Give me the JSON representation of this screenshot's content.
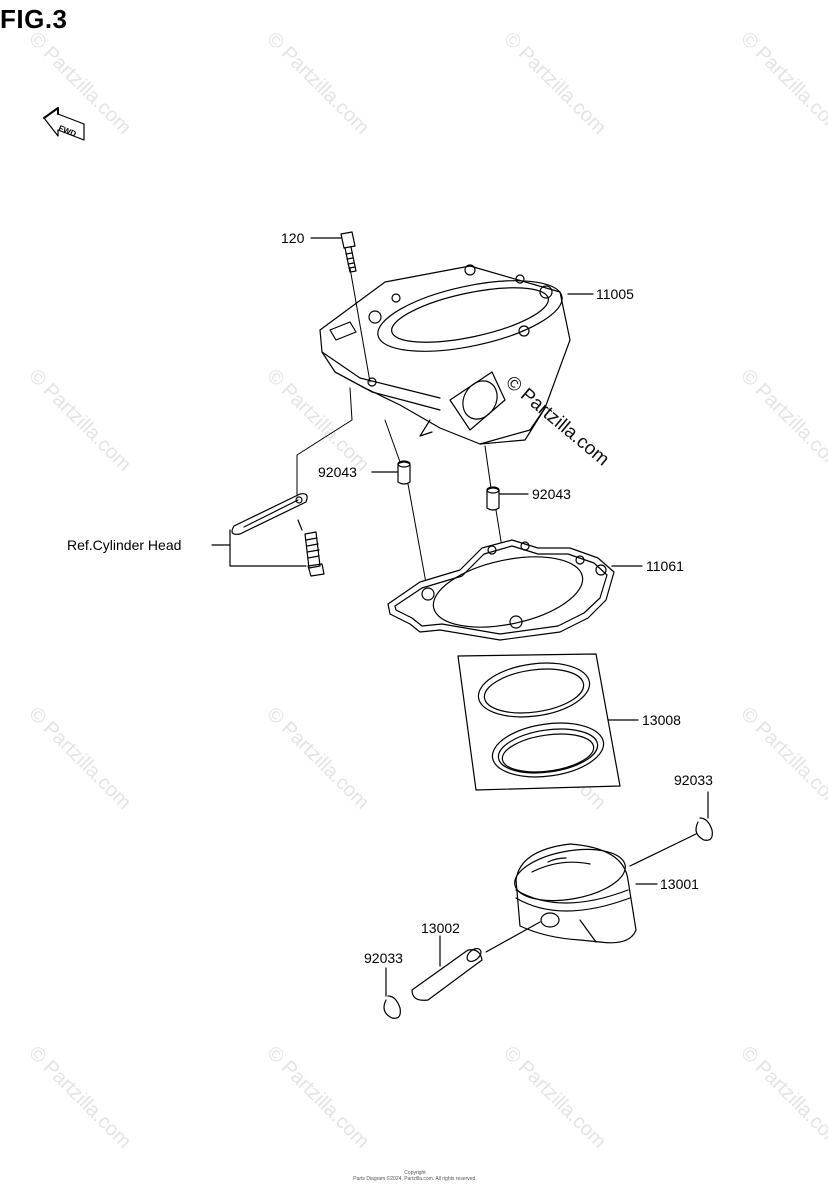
{
  "figure": {
    "title": "FIG.3",
    "fwd_label": "FWD"
  },
  "watermark": {
    "text": "© Partzilla.com",
    "diagram_text": "© Partzilla.com"
  },
  "callouts": [
    {
      "id": "part-120",
      "label": "120"
    },
    {
      "id": "part-11005",
      "label": "11005"
    },
    {
      "id": "part-92043-left",
      "label": "92043"
    },
    {
      "id": "part-92043-right",
      "label": "92043"
    },
    {
      "id": "ref-cylinder-head",
      "label": "Ref.Cylinder Head"
    },
    {
      "id": "part-11061",
      "label": "11061"
    },
    {
      "id": "part-13008",
      "label": "13008"
    },
    {
      "id": "part-92033-right",
      "label": "92033"
    },
    {
      "id": "part-13001",
      "label": "13001"
    },
    {
      "id": "part-13002",
      "label": "13002"
    },
    {
      "id": "part-92033-left",
      "label": "92033"
    }
  ],
  "footer": {
    "line1": "Copyright",
    "line2": "Parts Diagram ©2024, Partzilla.com. All rights reserved."
  },
  "colors": {
    "line": "#000000",
    "watermark": "#e4e4e4"
  }
}
